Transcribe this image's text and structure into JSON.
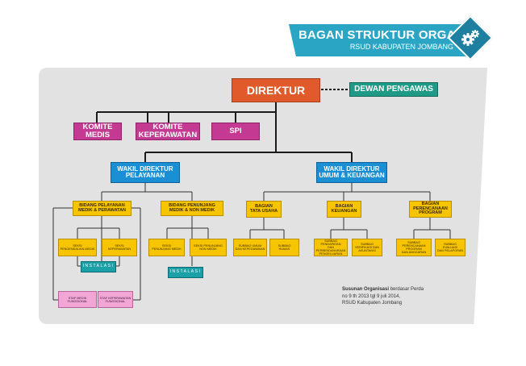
{
  "header": {
    "title": "BAGAN STRUKTUR ORGANISASI",
    "subtitle": "RSUD KABUPATEN JOMBANG",
    "icon": "gears-icon"
  },
  "direktur": "DIREKTUR",
  "dewan_pengawas": "DEWAN PENGAWAS",
  "komite": {
    "medis": "KOMITE\nMEDIS",
    "keperawatan": "KOMITE\nKEPERAWATAN",
    "spi": "SPI"
  },
  "wakil": {
    "pelayanan": "WAKIL DIREKTUR\nPELAYANAN",
    "umum": "WAKIL DIREKTUR\nUMUM & KEUANGAN"
  },
  "bidang": {
    "pelayanan": "BIDANG PELAYANAN\nMEDIK & PERAWATAN",
    "penunjang": "BIDANG PENUNJANG\nMEDIK & NON MEDIK"
  },
  "bagian": {
    "tata_usaha": "BAGIAN\nTATA USAHA",
    "keuangan": "BAGIAN\nKEUANGAN",
    "perencanaan": "BAGIAN\nPERENCANAAN\nPROGRAM"
  },
  "seksi": {
    "pengendalian_medik": "SEKSI\nPENGENDALIAN MEDIK",
    "keperawatan": "SEKSI\nKEPERAWATAN",
    "penunjang_medik": "SEKSI\nPENUNJANG MEDIK",
    "penunjang_non_medik": "SEKSI PENUNJANG\nNON MEDIK"
  },
  "subbag": {
    "umum_kepegawaian": "SUBBAG UMUM\nDAN KEPEGAWAIAN",
    "humas": "SUBBAG\nHUMAS",
    "pendapatan": "SUBBAG PENDAPATAN\nDAN PERBENDAHARAAN\nPENGELUARAN",
    "verifikasi": "SUBBAG\nVERIFIKASI DAN\nAKUNTANSI",
    "perencanaan_anggaran": "SUBBAG\nPERENCANAAN PROGRAM\nDAN ANGGARAN",
    "evaluasi": "SUBBAG\nEVALUASI\nDAN PELAPORAN"
  },
  "instalasi": "INSTALASI",
  "staf": {
    "medik": "STAF MEDIK\nFUNGSIONAL",
    "keperawatan": "STAF KEPERAWATAN\nFUNGSIONAL"
  },
  "note": {
    "lead": "Susunan Organisasi",
    "line1": " berdasar Perda",
    "line2": "no 9 th 2013 tgl 9 juli 2014,",
    "line3": "RSUD Kabupaten Jombang"
  }
}
